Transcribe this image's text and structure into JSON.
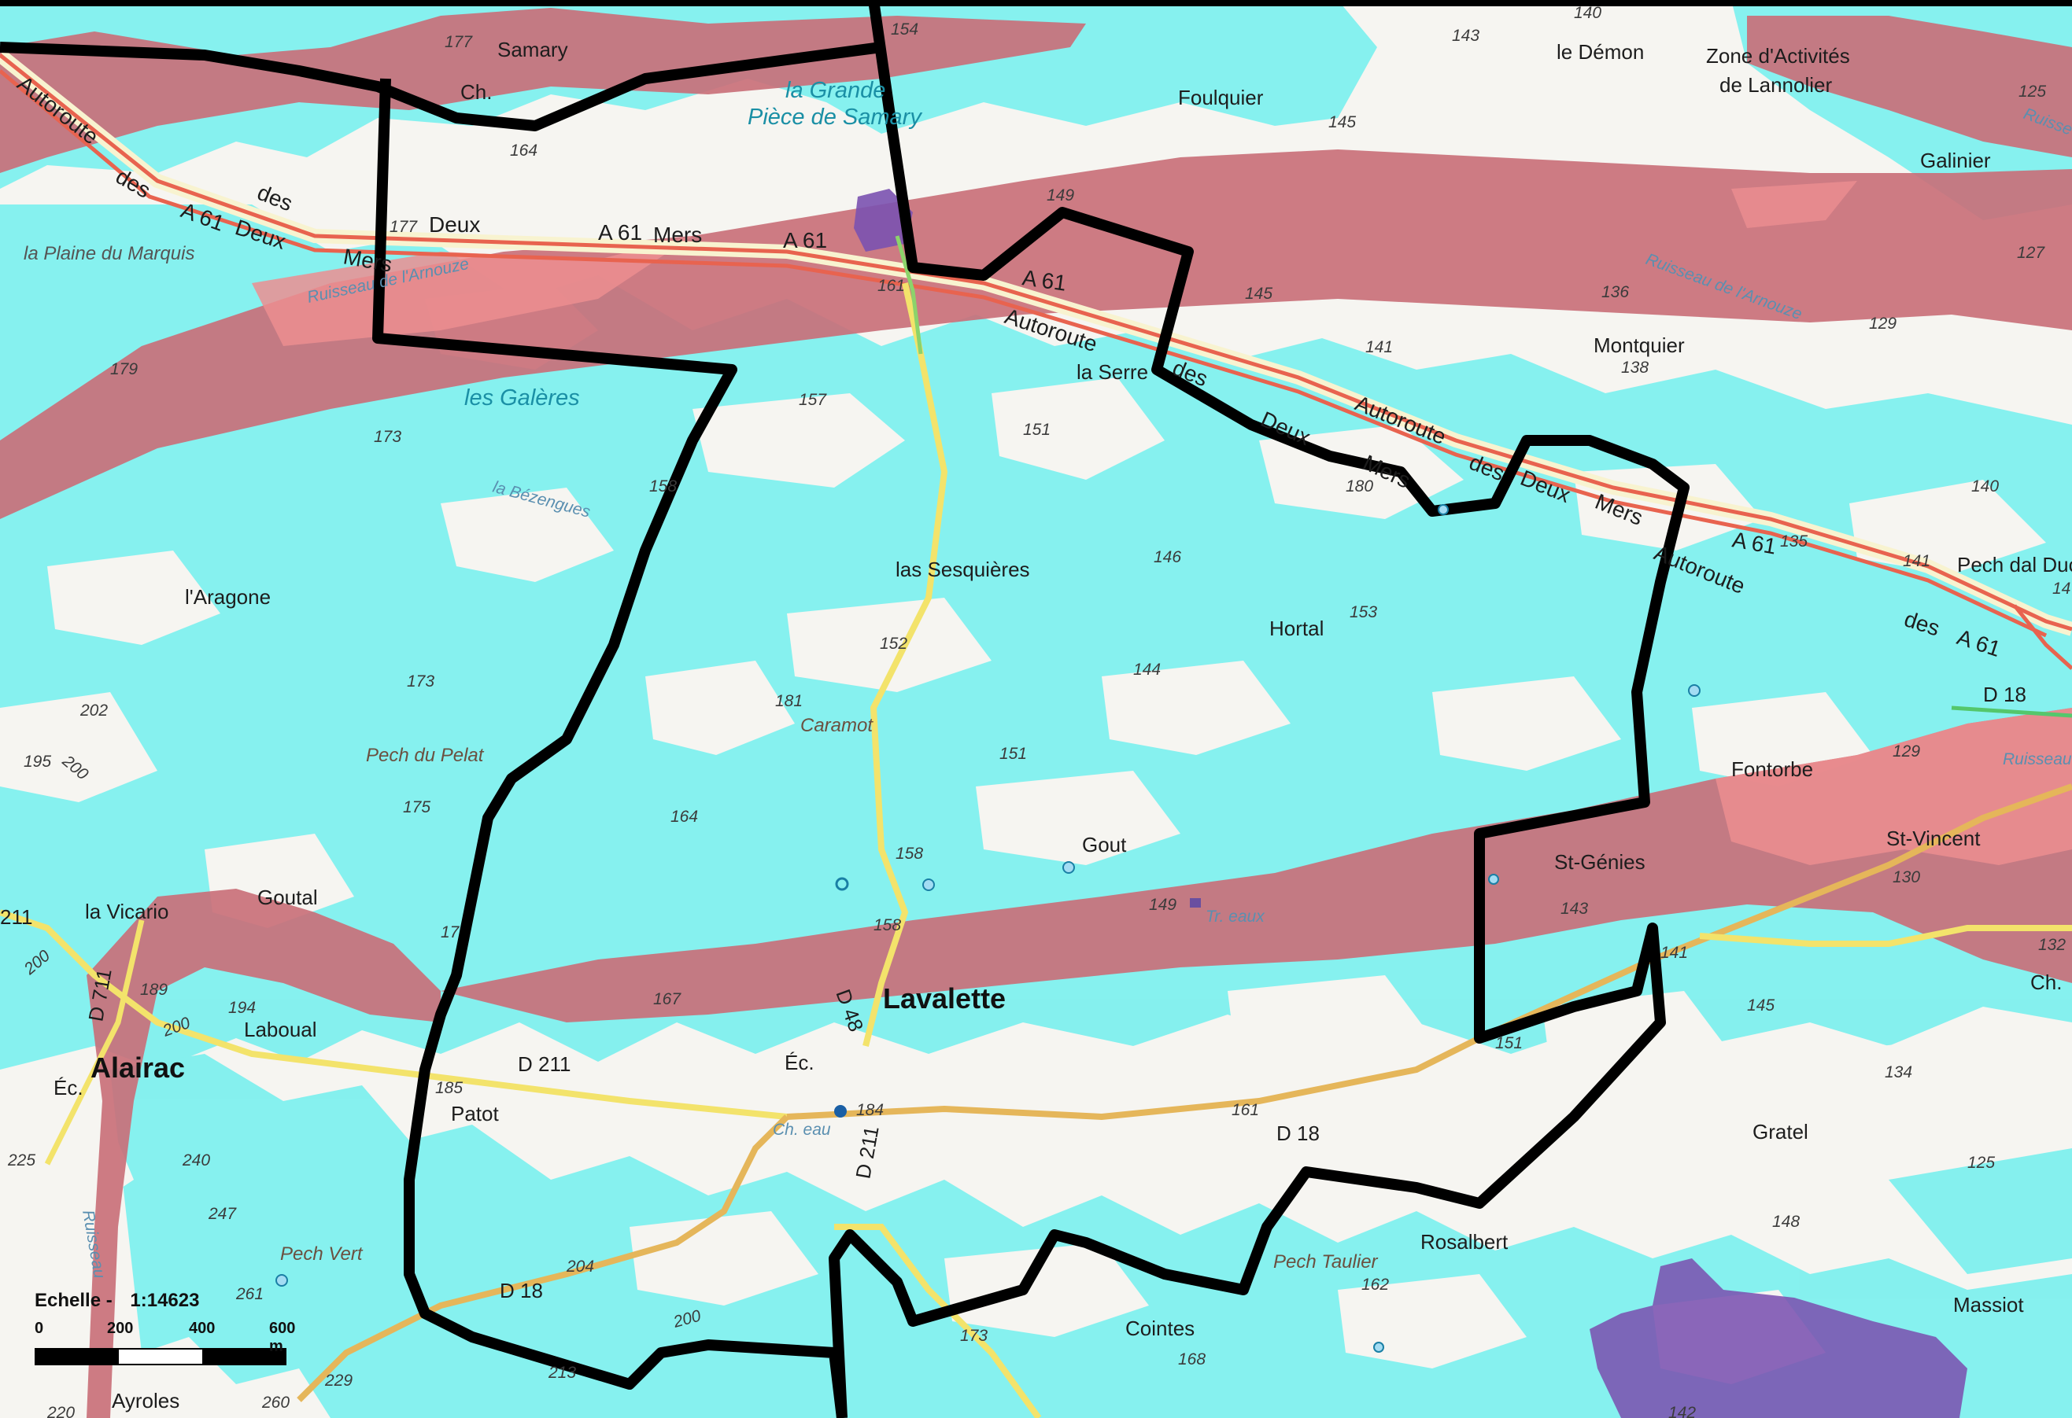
{
  "map": {
    "colors": {
      "flood_zone": "#7ff0ee",
      "hazard_zone": "#c97079",
      "hazard_zone_light": "#ec8e91",
      "hazard_purple": "#7b52b0",
      "boundary": "#000000",
      "motorway": "#e8634f",
      "primary_road": "#e5b65a",
      "secondary_road": "#f3e36b",
      "background": "#f6f5f1"
    },
    "places": {
      "samary": "Samary",
      "ch_samary": "Ch.",
      "la_grande_piece": "la Grande",
      "la_grande_piece2": "Pièce de Samary",
      "le_demon": "le Démon",
      "zone_activites": "Zone d'Activités",
      "zone_activites2": "de Lannolier",
      "foulquier": "Foulquier",
      "galinier": "Galinier",
      "la_plaine": "la Plaine du Marquis",
      "montquier": "Montquier",
      "la_serre": "la Serre",
      "les_galeres": "les Galères",
      "la_bezengues": "la Bézengues",
      "l_aragone": "l'Aragone",
      "las_sesquieres": "las Sesquières",
      "hortal": "Hortal",
      "pech_dal_duc": "Pech dal Duc",
      "caramot": "Caramot",
      "pech_du_pelat": "Pech du Pelat",
      "fontorbe": "Fontorbe",
      "gout": "Gout",
      "st_genies": "St-Génies",
      "st_vincent": "St-Vincent",
      "la_vicario": "la Vicario",
      "goutal": "Goutal",
      "tr_eaux": "Tr. eaux",
      "lavalette": "Lavalette",
      "alairac": "Alairac",
      "laboual": "Laboual",
      "ec_alairac": "Éc.",
      "ec_lavalette": "Éc.",
      "patot": "Patot",
      "ch_eau": "Ch. eau",
      "gratel": "Gratel",
      "pech_vert": "Pech Vert",
      "pech_taulier": "Pech Taulier",
      "rosalbert": "Rosalbert",
      "massiot": "Massiot",
      "cointes": "Cointes",
      "ayroles": "Ayroles",
      "ruisseau_arnouze_w": "Ruisseau de l'Arnouze",
      "ruisseau_arnouze_e": "Ruisseau de l'Arnouze",
      "ruisseau_se": "Ruisseau",
      "ruisseau_ne": "Ruisse",
      "ruisseau_alairac": "Ruisseau"
    },
    "roads": {
      "autoroute": "Autoroute",
      "des": "des",
      "deux": "Deux",
      "mers": "Mers",
      "a61": "A 61",
      "d211": "D 211",
      "d211_w": "211",
      "d711": "D 711",
      "d48": "D 48",
      "d18": "D 18",
      "ch_road": "Ch."
    },
    "altitudes": {
      "a177a": "177",
      "a154": "154",
      "a140a": "140",
      "a143a": "143",
      "a125a": "125",
      "a164a": "164",
      "a145a": "145",
      "a149a": "149",
      "a177b": "177",
      "a161a": "161",
      "a179": "179",
      "a145b": "145",
      "a136": "136",
      "a127": "127",
      "a129a": "129",
      "a157": "157",
      "a141a": "141",
      "a138": "138",
      "a173a": "173",
      "a151a": "151",
      "a158a": "158",
      "a180": "180",
      "a140b": "140",
      "a135": "135",
      "a141b": "141",
      "a146": "146",
      "a153": "153",
      "a14": "14",
      "a152": "152",
      "a202": "202",
      "a181": "181",
      "a173b": "173",
      "a144": "144",
      "a195": "195",
      "a200a": "200",
      "a151b": "151",
      "a129b": "129",
      "a175": "175",
      "a164b": "164",
      "a158b": "158",
      "a130": "130",
      "a149b": "149",
      "a143b": "143",
      "a132": "132",
      "a17": "17",
      "a158c": "158",
      "a141c": "141",
      "a200b": "200",
      "a189": "189",
      "a194": "194",
      "a200c": "200",
      "a167": "167",
      "a145c": "145",
      "a151c": "151",
      "a185": "185",
      "a134": "134",
      "a184": "184",
      "a161b": "161",
      "a225": "225",
      "a240": "240",
      "a125b": "125",
      "a247": "247",
      "a148": "148",
      "a204": "204",
      "a261": "261",
      "a162": "162",
      "a200d": "200",
      "a173c": "173",
      "a168": "168",
      "a229": "229",
      "a213": "213",
      "a220": "220",
      "a260": "260",
      "a142": "142"
    },
    "scale": {
      "title": "Echelle -",
      "ratio": "1:14623",
      "ticks": [
        "0",
        "200",
        "400",
        "600 m"
      ]
    }
  }
}
